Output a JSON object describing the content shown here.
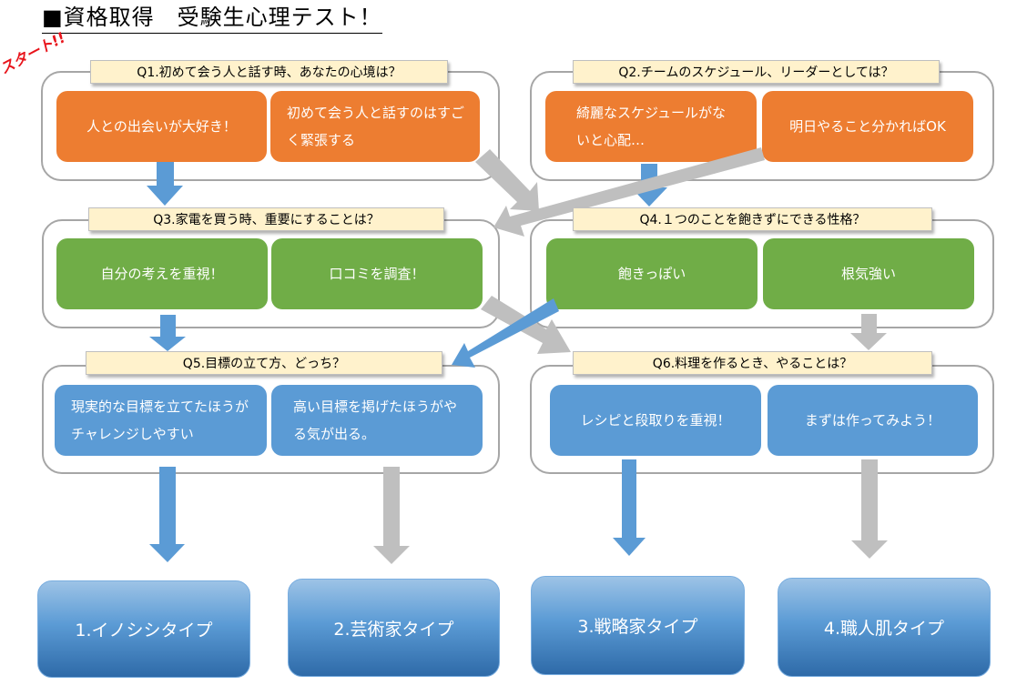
{
  "title": "■資格取得　受験生心理テスト！",
  "start_label": "スタート!!",
  "colors": {
    "orange": "#ed7d31",
    "green": "#70ad47",
    "blue": "#5b9bd5",
    "label_bg": "#fff2cc",
    "arrow_blue": "#5b9bd5",
    "arrow_gray": "#bfbfbf",
    "start_red": "#e8141b"
  },
  "questions": [
    {
      "id": "Q1",
      "label": "Q1.初めて会う人と話す時、あなたの心境は？",
      "options": [
        "人との出会いが大好き！",
        "初めて会う人と話すのはすごく緊張する"
      ]
    },
    {
      "id": "Q2",
      "label": "Q2.チームのスケジュール、リーダーとしては？",
      "options": [
        "綺麗なスケジュールがないと心配…",
        "明日やること分かればOK"
      ]
    },
    {
      "id": "Q3",
      "label": "Q3.家電を買う時、重要にすることは？",
      "options": [
        "自分の考えを重視！",
        "口コミを調査！"
      ]
    },
    {
      "id": "Q4",
      "label": "Q4.１つのことを飽きずにできる性格？",
      "options": [
        "飽きっぽい",
        "根気強い"
      ]
    },
    {
      "id": "Q5",
      "label": "Q5.目標の立て方、どっち？",
      "options": [
        "現実的な目標を立てたほうがチャレンジしやすい",
        "高い目標を掲げたほうがやる気が出る。"
      ]
    },
    {
      "id": "Q6",
      "label": "Q6.料理を作るとき、やることは？",
      "options": [
        "レシピと段取りを重視！",
        "まずは作ってみよう！"
      ]
    }
  ],
  "results": [
    "1.イノシシタイプ",
    "2.芸術家タイプ",
    "3.戦略家タイプ",
    "4.職人肌タイプ"
  ],
  "flows": [
    {
      "from": "Q1 option 1",
      "to": "Q3",
      "color": "blue"
    },
    {
      "from": "Q1 option 2",
      "to": "Q4",
      "color": "gray"
    },
    {
      "from": "Q2 option 1",
      "to": "Q4",
      "color": "blue"
    },
    {
      "from": "Q2 option 2",
      "to": "Q3",
      "color": "gray"
    },
    {
      "from": "Q3 option 1",
      "to": "Q5",
      "color": "blue"
    },
    {
      "from": "Q3 option 2",
      "to": "Q6",
      "color": "gray"
    },
    {
      "from": "Q4 option 1",
      "to": "Q5",
      "color": "blue"
    },
    {
      "from": "Q4 option 2",
      "to": "Q6",
      "color": "gray"
    },
    {
      "from": "Q5 option 1",
      "to": "1.イノシシタイプ",
      "color": "blue"
    },
    {
      "from": "Q5 option 2",
      "to": "2.芸術家タイプ",
      "color": "gray"
    },
    {
      "from": "Q6 option 1",
      "to": "3.戦略家タイプ",
      "color": "blue"
    },
    {
      "from": "Q6 option 2",
      "to": "4.職人肌タイプ",
      "color": "gray"
    }
  ]
}
